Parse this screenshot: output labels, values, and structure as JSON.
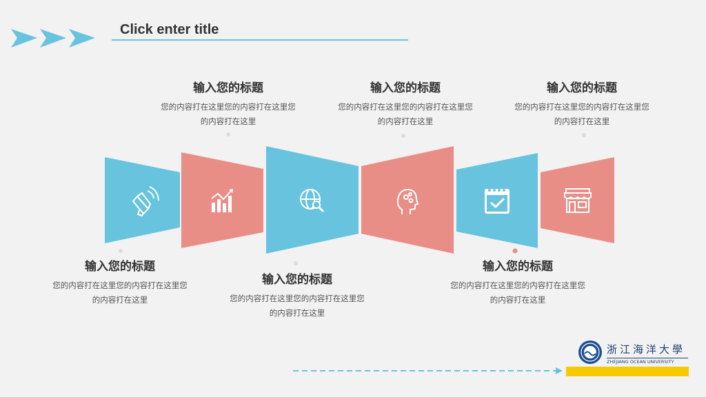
{
  "header": {
    "title": "Click enter title"
  },
  "colors": {
    "blue": "#68c3de",
    "red": "#e98e87",
    "yellow": "#f7c900",
    "text": "#333333"
  },
  "items": [
    {
      "title": "输入您的标题",
      "body": "您的内容打在这里您的内容打在这里您的内容打在这里",
      "icon": "megaphone-icon",
      "color": "blue"
    },
    {
      "title": "输入您的标题",
      "body": "您的内容打在这里您的内容打在这里您的内容打在这里",
      "icon": "bar-chart-icon",
      "color": "red"
    },
    {
      "title": "输入您的标题",
      "body": "您的内容打在这里您的内容打在这里您的内容打在这里",
      "icon": "globe-search-icon",
      "color": "blue"
    },
    {
      "title": "输入您的标题",
      "body": "您的内容打在这里您的内容打在这里您的内容打在这里",
      "icon": "head-gears-icon",
      "color": "red"
    },
    {
      "title": "输入您的标题",
      "body": "您的内容打在这里您的内容打在这里您的内容打在这里",
      "icon": "calendar-check-icon",
      "color": "blue"
    },
    {
      "title": "输入您的标题",
      "body": "您的内容打在这里您的内容打在这里您的内容打在这里",
      "icon": "storefront-icon",
      "color": "red"
    }
  ],
  "logo": {
    "name": "浙江海洋大學",
    "sub": "ZHEJIANG OCEAN UNIVERSITY"
  }
}
